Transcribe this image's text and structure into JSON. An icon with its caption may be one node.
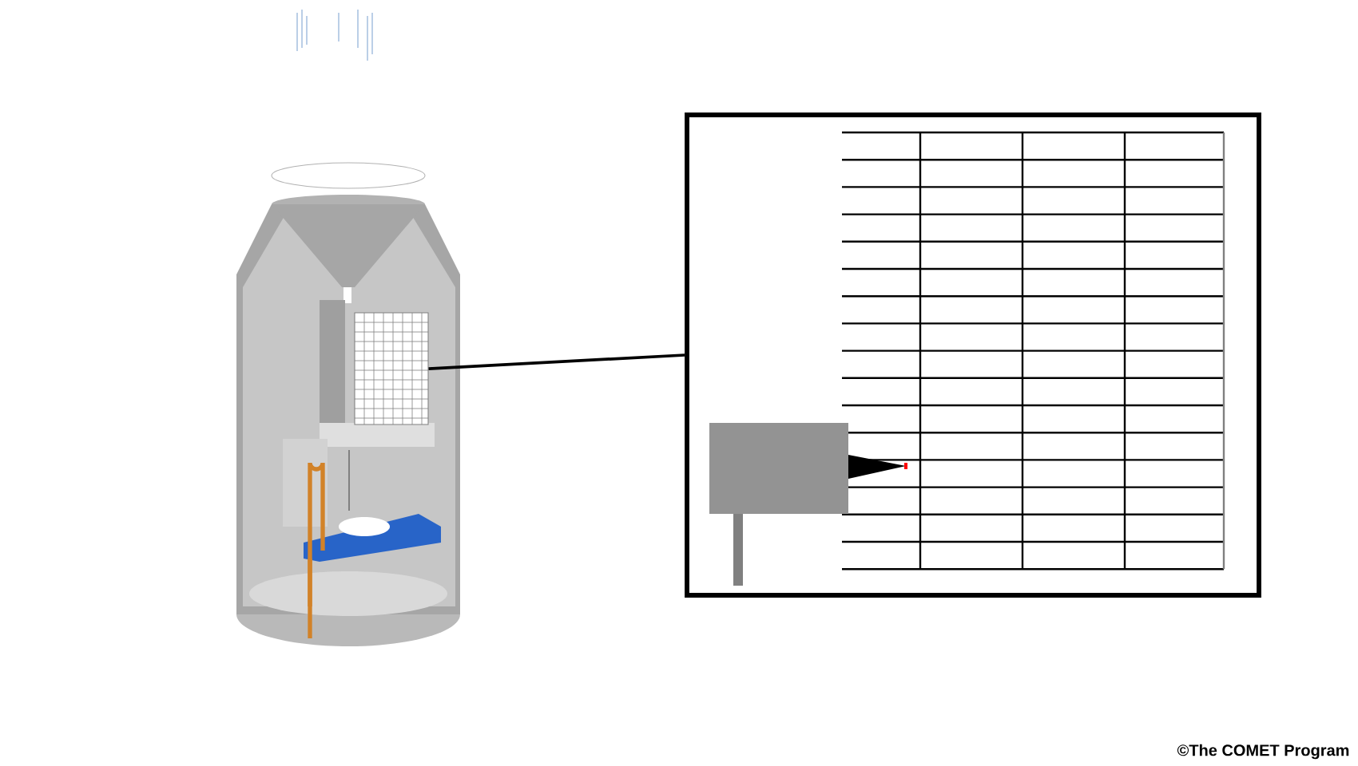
{
  "diagram": {
    "nodes": [
      {
        "text": [],
        "shape": "cylinder"
      },
      {
        "text": [],
        "shape": "box"
      }
    ],
    "edges": [
      {
        "from": 0,
        "to": 1,
        "arrow": "none"
      }
    ],
    "labels": [
      "©The COMET Program"
    ]
  }
}
